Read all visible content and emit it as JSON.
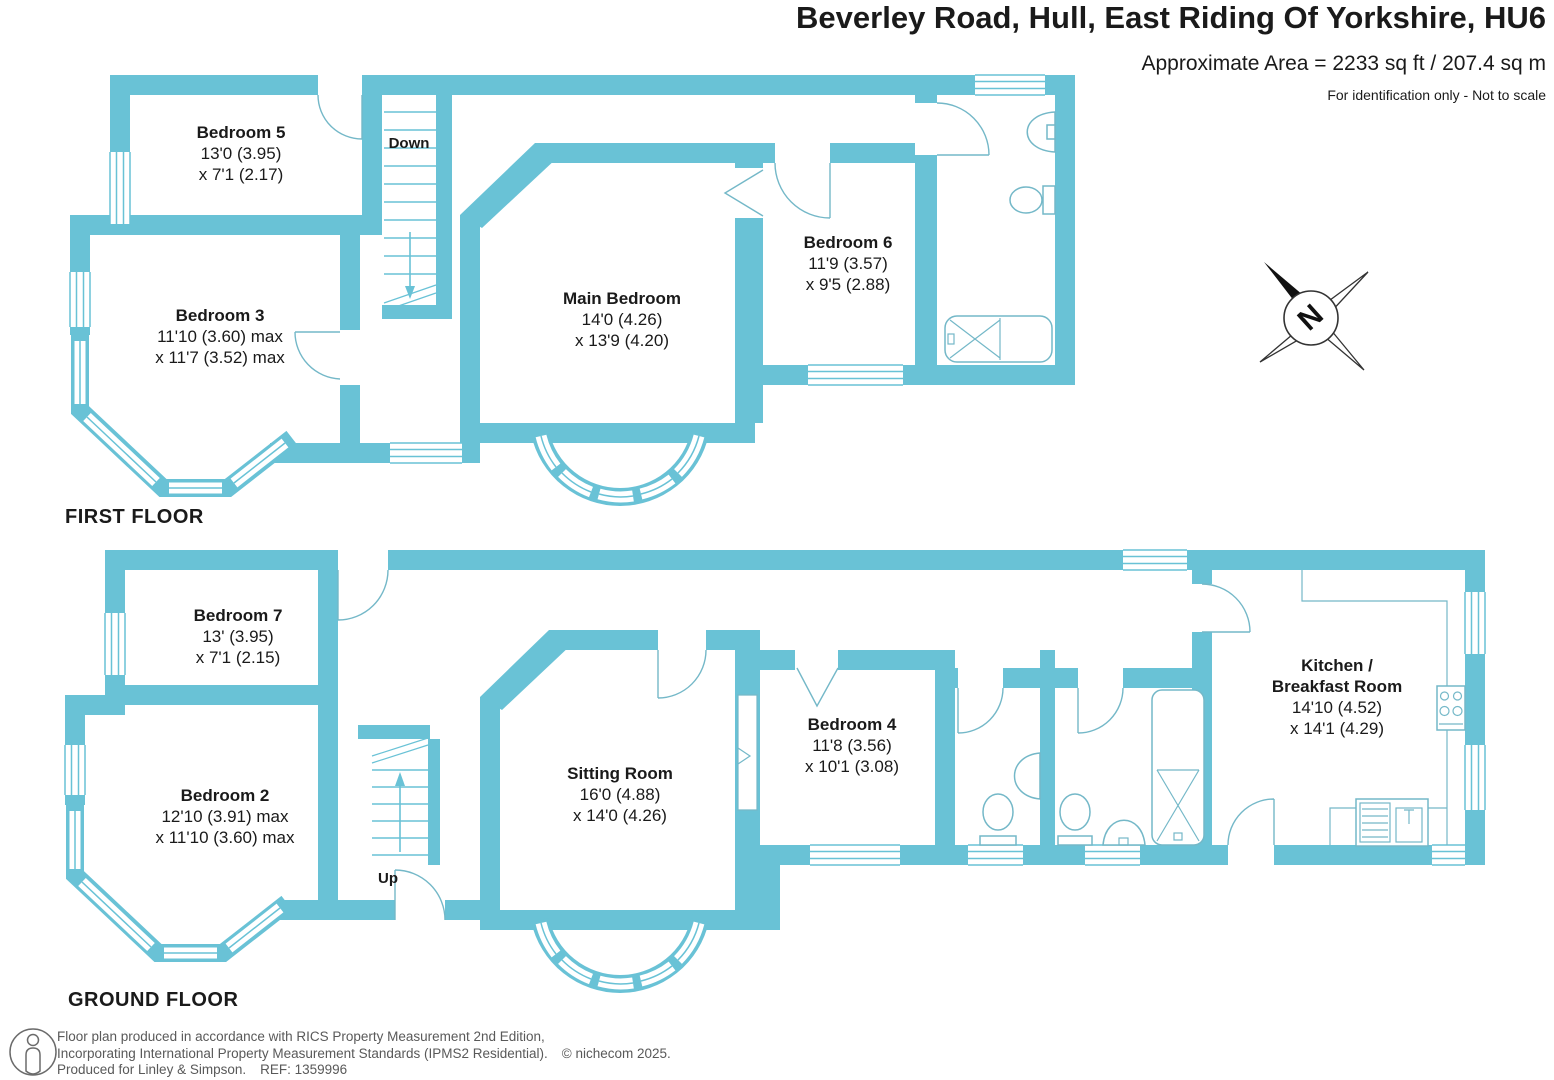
{
  "header": {
    "title": "Beverley Road, Hull, East Riding Of Yorkshire, HU6",
    "area": "Approximate Area = 2233 sq ft / 207.4 sq m",
    "disclaimer": "For identification only - Not to scale"
  },
  "floors": {
    "first": {
      "label": "FIRST FLOOR",
      "stairs_label": "Down",
      "rooms": {
        "bedroom5": {
          "name": "Bedroom 5",
          "dim1": "13'0 (3.95)",
          "dim2": "x 7'1 (2.17)"
        },
        "bedroom3": {
          "name": "Bedroom 3",
          "dim1": "11'10 (3.60) max",
          "dim2": "x 11'7 (3.52) max"
        },
        "main_bedroom": {
          "name": "Main Bedroom",
          "dim1": "14'0 (4.26)",
          "dim2": "x 13'9 (4.20)"
        },
        "bedroom6": {
          "name": "Bedroom 6",
          "dim1": "11'9 (3.57)",
          "dim2": "x 9'5 (2.88)"
        }
      }
    },
    "ground": {
      "label": "GROUND FLOOR",
      "stairs_label": "Up",
      "rooms": {
        "bedroom7": {
          "name": "Bedroom 7",
          "dim1": "13' (3.95)",
          "dim2": "x 7'1 (2.15)"
        },
        "bedroom2": {
          "name": "Bedroom 2",
          "dim1": "12'10 (3.91) max",
          "dim2": "x 11'10 (3.60) max"
        },
        "sitting_room": {
          "name": "Sitting Room",
          "dim1": "16'0 (4.88)",
          "dim2": "x 14'0 (4.26)"
        },
        "bedroom4": {
          "name": "Bedroom 4",
          "dim1": "11'8 (3.56)",
          "dim2": "x 10'1 (3.08)"
        },
        "kitchen": {
          "name": "Kitchen /",
          "name2": "Breakfast Room",
          "dim1": "14'10 (4.52)",
          "dim2": "x 14'1 (4.29)"
        }
      }
    }
  },
  "compass": {
    "letter": "N"
  },
  "footer": {
    "line1": "Floor plan produced in accordance with RICS Property Measurement 2nd Edition,",
    "line2": "Incorporating International Property Measurement Standards (IPMS2 Residential).",
    "copyright": "© nichecom 2025.",
    "line3": "Produced for Linley & Simpson.",
    "ref": "REF: 1359996"
  },
  "colors": {
    "wall": "#69C2D6",
    "line": "#74B8C8",
    "text": "#1A1A1A",
    "footer": "#595959"
  }
}
